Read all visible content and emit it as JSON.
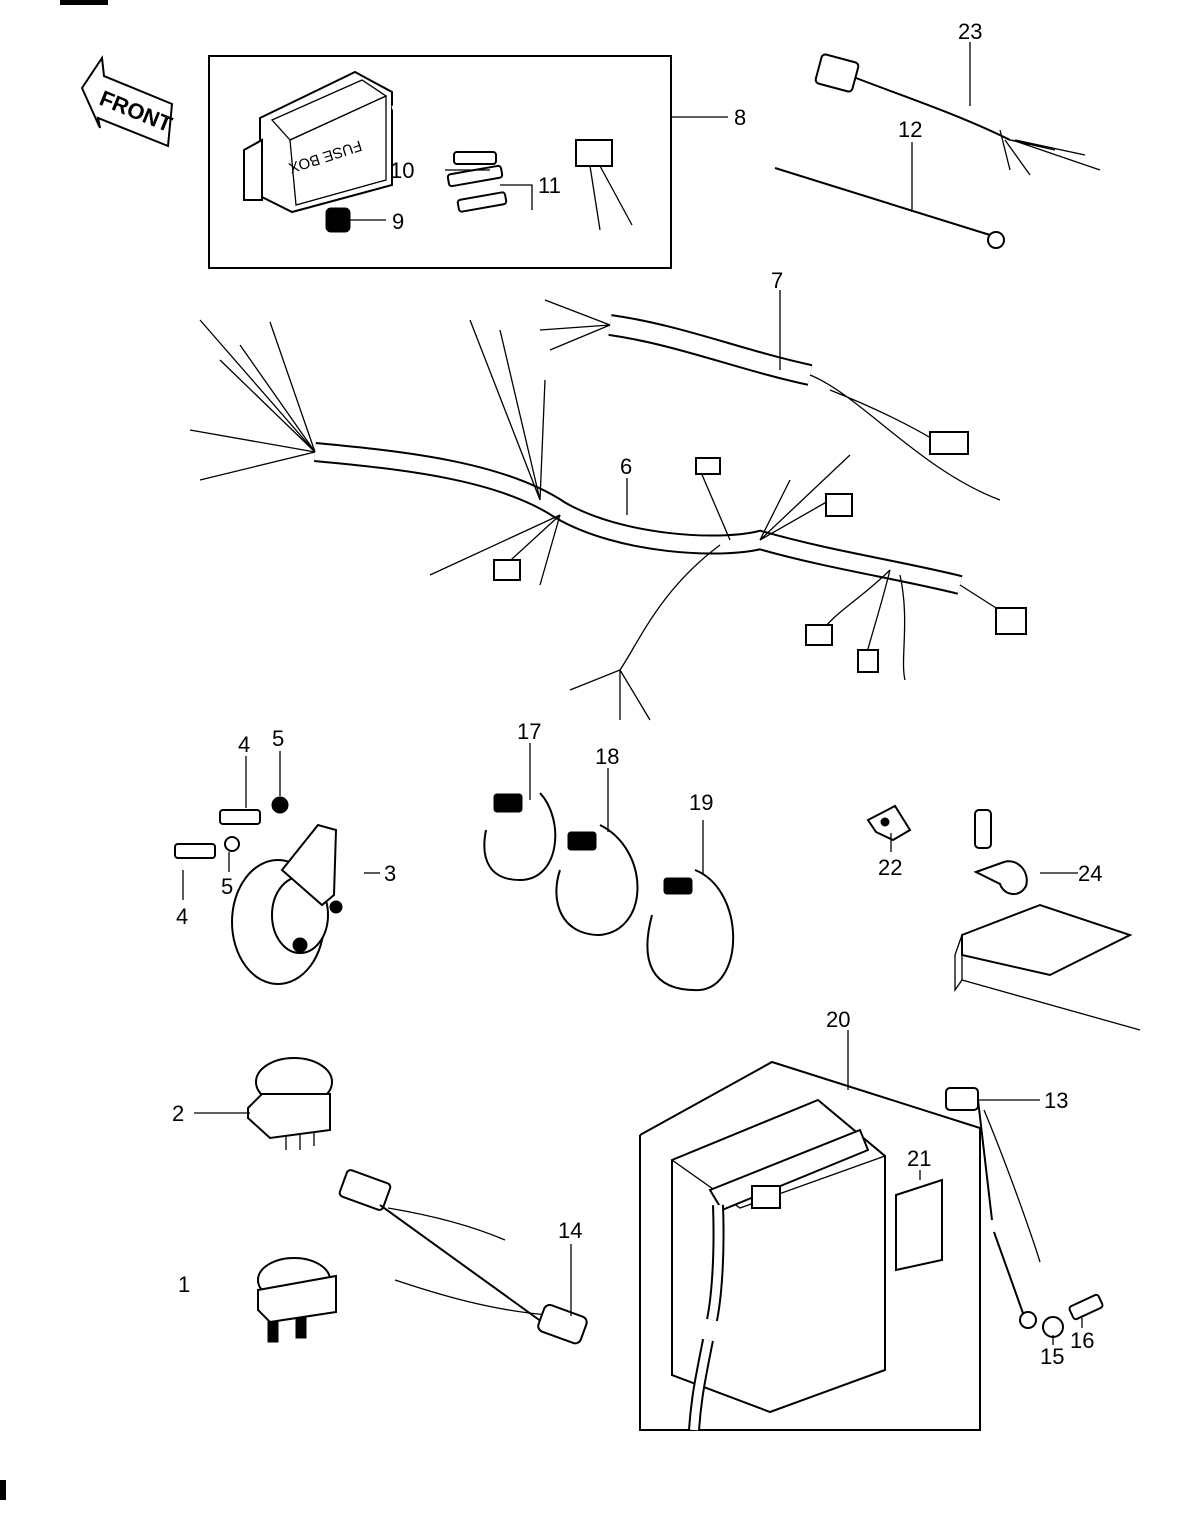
{
  "diagram": {
    "front_arrow_label": "FRONT",
    "fuse_box_label": "FUSE BOX",
    "callouts": {
      "c1": "1",
      "c2": "2",
      "c3": "3",
      "c4a": "4",
      "c4b": "4",
      "c5a": "5",
      "c5b": "5",
      "c6": "6",
      "c7": "7",
      "c8": "8",
      "c9": "9",
      "c10": "10",
      "c11": "11",
      "c12": "12",
      "c13": "13",
      "c14": "14",
      "c15": "15",
      "c16": "16",
      "c17": "17",
      "c18": "18",
      "c19": "19",
      "c20": "20",
      "c21": "21",
      "c22": "22",
      "c23": "23",
      "c24": "24"
    }
  }
}
